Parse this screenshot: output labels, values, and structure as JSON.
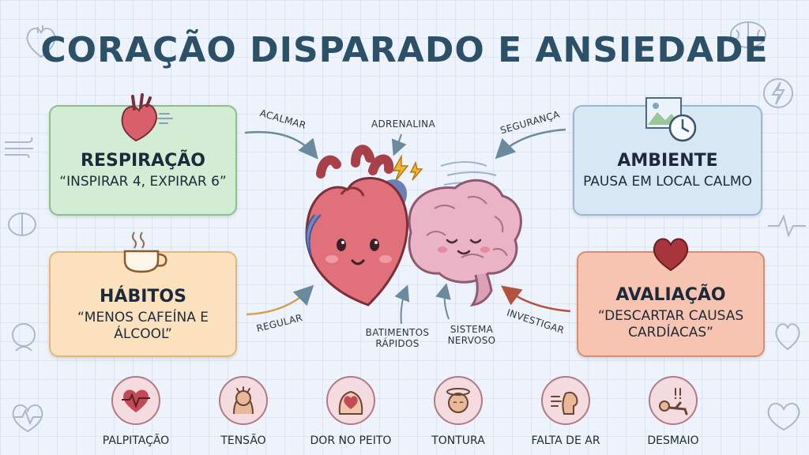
{
  "title": "CORAÇÃO DISPARADO E ANSIEDADE",
  "cards": {
    "respiracao": {
      "title": "RESPIRAÇÃO",
      "subtitle": "“INSPIRAR 4, EXPIRAR 6”"
    },
    "habitos": {
      "title": "HÁBITOS",
      "subtitle": "“MENOS CAFEÍNA E ÁLCOOL”"
    },
    "ambiente": {
      "title": "AMBIENTE",
      "subtitle": "PAUSA EM LOCAL CALMO"
    },
    "avaliacao": {
      "title": "AVALIAÇÃO",
      "subtitle": "“DESCARTAR CAUSAS CARDÍACAS”"
    }
  },
  "arrow_labels": {
    "acalmar": "ACALMAR",
    "regular": "REGULAR",
    "seguranca": "SEGURANÇA",
    "investigar": "INVESTIGAR"
  },
  "center_labels": {
    "adrenalina": "ADRENALINA",
    "batimentos": "BATIMENTOS RÁPIDOS",
    "sistema": "SISTEMA NERVOSO"
  },
  "symptoms": [
    {
      "label": "PALPITAÇÃO",
      "icon": "heart-pulse-icon"
    },
    {
      "label": "TENSÃO",
      "icon": "tension-head-icon"
    },
    {
      "label": "DOR NO PEITO",
      "icon": "chest-pain-icon"
    },
    {
      "label": "TONTURA",
      "icon": "dizzy-head-icon"
    },
    {
      "label": "FALTA DE AR",
      "icon": "breathless-icon"
    },
    {
      "label": "DESMAIO",
      "icon": "fainting-icon"
    }
  ],
  "colors": {
    "title": "#2c5068",
    "green_card": "#d3ecd4",
    "orange_card": "#fbe1bd",
    "blue_card": "#d8e7f4",
    "red_card": "#f6c4b0",
    "heart": "#e0707a",
    "brain": "#eab3c6"
  }
}
